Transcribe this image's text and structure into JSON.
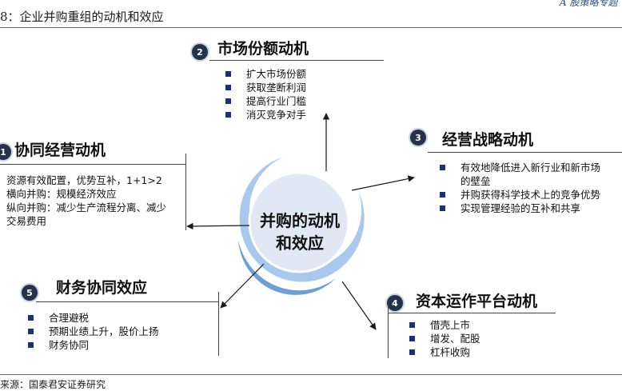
{
  "header": {
    "title": "8：企业并购重组的动机和效应",
    "brand": "A 股策略专题"
  },
  "center": {
    "line1": "并购的动机",
    "line2": "和效应"
  },
  "sections": {
    "market_share": {
      "badge": "2",
      "title": "市场份额动机",
      "items": [
        "扩大市场份额",
        "获取垄断利润",
        "提高行业门槛",
        "消灭竞争对手"
      ]
    },
    "synergy": {
      "badge": "1",
      "title": "协同经营动机",
      "lines": [
        "资源有效配置，优势互补，1+1>2",
        "横向并购：规模经济效应",
        "纵向并购：减少生产流程分离、减少",
        "交易费用"
      ]
    },
    "strategy": {
      "badge": "3",
      "title": "经营战略动机",
      "items": [
        "有效地降低进入新行业和新市场",
        "并购获得科学技术上的竞争优势",
        "实现管理经验的互补和共享"
      ],
      "item0_cont": "的壁垒"
    },
    "finance": {
      "badge": "5",
      "title": "财务协同效应",
      "items": [
        "合理避税",
        "预期业绩上升，股价上扬",
        "财务协同"
      ]
    },
    "capital": {
      "badge": "4",
      "title": "资本运作平台动机",
      "items": [
        "借壳上市",
        "增发、配股",
        "杠杆收购"
      ]
    }
  },
  "footer": {
    "source": "来源：国泰君安证券研究"
  },
  "colors": {
    "circle_fill": "#dfe8f4",
    "ring_light": "#a9c8ee",
    "ring_dark": "#6a9fda",
    "badge_bg": "#24324a",
    "bullet": "#1b2f7a"
  }
}
